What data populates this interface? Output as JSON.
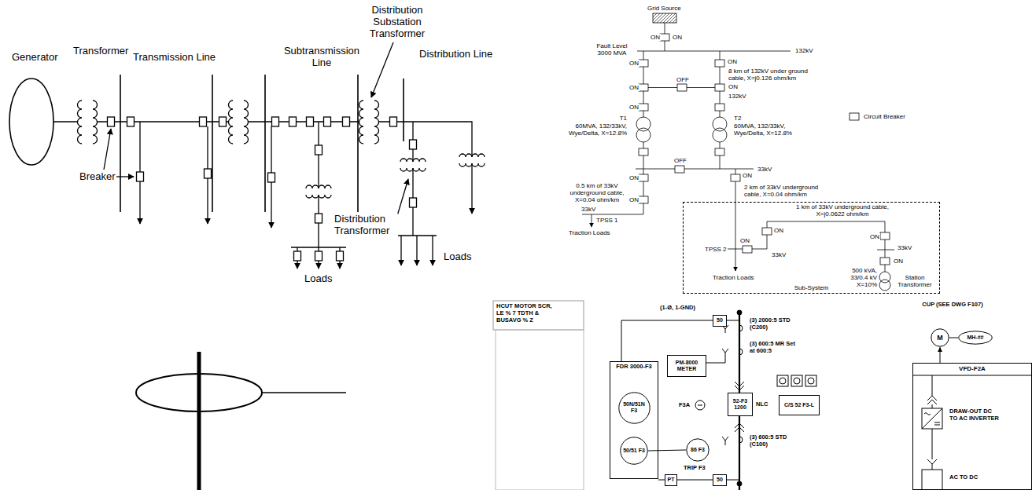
{
  "diagram": {
    "nodes": [
      {
        "text": [
          "Sub-System"
        ]
      },
      {
        "text": [
          "FDR 3000-F3"
        ]
      },
      {
        "text": [
          "50N/51N F3"
        ],
        "in": 1
      },
      {
        "text": [
          "50/51 F3"
        ],
        "in": 1
      },
      {
        "text": [
          "86 F3"
        ]
      },
      {
        "text": [
          "PM-8000 METER"
        ]
      },
      {
        "text": [
          "52-F3 1200"
        ]
      },
      {
        "text": [
          "C/S 52 F3-L"
        ]
      },
      {
        "text": [
          "50"
        ]
      },
      {
        "text": [
          "50"
        ]
      },
      {
        "text": [
          "PT"
        ]
      },
      {
        "text": [
          "M"
        ]
      },
      {
        "text": [
          "MH-##"
        ]
      },
      {
        "text": [
          "VFD-F2A"
        ]
      }
    ],
    "edges": [
      {
        "from": 3,
        "to": 4,
        "arrow": "none"
      },
      {
        "from": 11,
        "to": 12,
        "arrow": "none"
      },
      {
        "from": 13,
        "to": 11,
        "arrow": "to"
      }
    ],
    "labels": [
      "Generator",
      "Transformer",
      "Transmission Line",
      "Breaker",
      "Subtransmission Line",
      "Distribution Substation Transformer",
      "Distribution Line",
      "Distribution Transformer",
      "Loads",
      "Loads",
      "Grid Source",
      "Fault Level 3000 MVA",
      "ON",
      "ON",
      "132kV",
      "ON",
      "ON",
      "8 km of 132kV under ground cable, X=j0.126 ohm/km",
      "ON",
      "OFF",
      "ON",
      "132kV",
      "ON",
      "T1",
      "60MVA, 132/33kV, Wye/Delta, X=12.8%",
      "T2",
      "60MVA, 132/33kV, Wye/Delta, X=12.8%",
      "OFF",
      "33kV",
      "ON",
      "ON",
      "0.5 km of 33kV underground cable, X=0.04 ohm/km",
      "2 km of 33kV underground cable, X=0.04 ohm/km",
      "ON",
      "33kV",
      "TPSS 1",
      "Traction Loads",
      "1 km of 33kV underground cable, X=j0.0622 ohm/km",
      "ON",
      "ON",
      "ON",
      "TPSS 2",
      "33kV",
      "33kV",
      "ON",
      "Traction Loads",
      "500 kVA, 33/0.4 kV X=10%",
      "Station Transformer",
      "HCUT MOTOR SCR,",
      "LE % 7 TDTH &",
      "BUSAVG % Z",
      "(1-Ø, 1-GND)",
      "(3) 2000:5 STD (C200)",
      "(3) 600:5 MR Set at 600:5",
      "F3A",
      "NLC",
      "(3) 600:5 STD (C100)",
      "TRIP F3",
      "CUP (SEE DWG F107)",
      "DRAW-OUT DC TO AC INVERTER",
      "AC TO DC"
    ],
    "legend": [
      {
        "text": "Circuit Breaker"
      }
    ]
  }
}
